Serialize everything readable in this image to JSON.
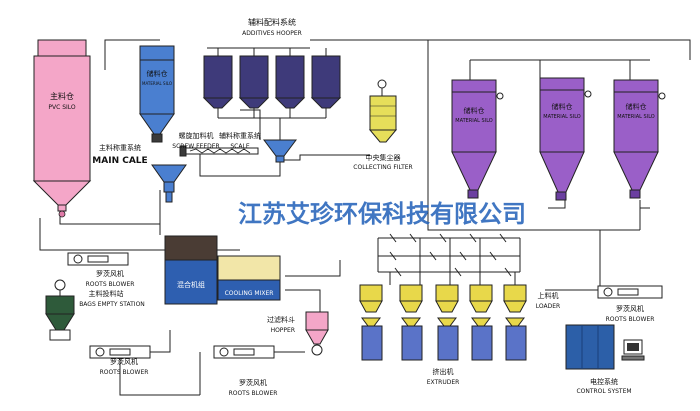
{
  "labels": {
    "pvc_silo_cn": "主料仓",
    "pvc_silo_en": "PVC SILO",
    "material_silo_small_cn": "储料仓",
    "material_silo_small_en": "MATERIAL SILO",
    "additives_hooper_cn": "辅料配料系统",
    "additives_hooper_en": "ADDITIVES HOOPER",
    "main_scale_cn": "主料称重系统",
    "main_scale_en": "MAIN CALE",
    "screw_feeder_cn": "螺旋加料机",
    "screw_feeder_en": "SCREW FEEDER",
    "aux_scale_cn": "辅料称重系统",
    "aux_scale_en": "SCALE",
    "collecting_filter_cn": "中央集尘器",
    "collecting_filter_en": "COLLECTING FILTER",
    "material_silo_1_cn": "储料仓",
    "material_silo_1_en": "MATERIAL SILO",
    "material_silo_2_cn": "储料仓",
    "material_silo_2_en": "MATERIAL SILO",
    "material_silo_3_cn": "储料仓",
    "material_silo_3_en": "MATERIAL SILO",
    "hot_mixer_cn": "混合机组",
    "cooling_mixer_en": "COOLING MIXER",
    "roots_blower_1_cn": "罗茨风机",
    "roots_blower_1_en": "ROOTS BLOWER",
    "bags_station_cn": "主料投料站",
    "bags_station_en": "BAGS EMPTY STATION",
    "roots_blower_2_cn": "罗茨风机",
    "roots_blower_2_en": "ROOTS BLOWER",
    "filter_hopper_cn": "过滤料斗",
    "filter_hopper_en": "HOPPER",
    "roots_blower_3_cn": "罗茨风机",
    "roots_blower_3_en": "ROOTS BLOWER",
    "loader_cn": "上料机",
    "loader_en": "LOADER",
    "roots_blower_4_cn": "罗茨风机",
    "roots_blower_4_en": "ROOTS BLOWER",
    "extruder_cn": "挤出机",
    "extruder_en": "EXTRUDER",
    "control_cn": "电控系统",
    "control_en": "CONTROL SYSTEM"
  },
  "watermark": "江苏艾珍环保科技有限公司",
  "colors": {
    "pvc_silo": "#f4a6c8",
    "material_silo": "#9a5fc8",
    "small_silo": "#4a7fd0",
    "loader": "#e8d84a",
    "extruder": "#5a73c8",
    "control": "#2c5fa8",
    "mixer_hot": "#4a3c34",
    "mixer_cool": "#f2e6a8",
    "filter": "#e6de5a",
    "pipe": "#222222",
    "watermark": "#1f5fb8"
  }
}
